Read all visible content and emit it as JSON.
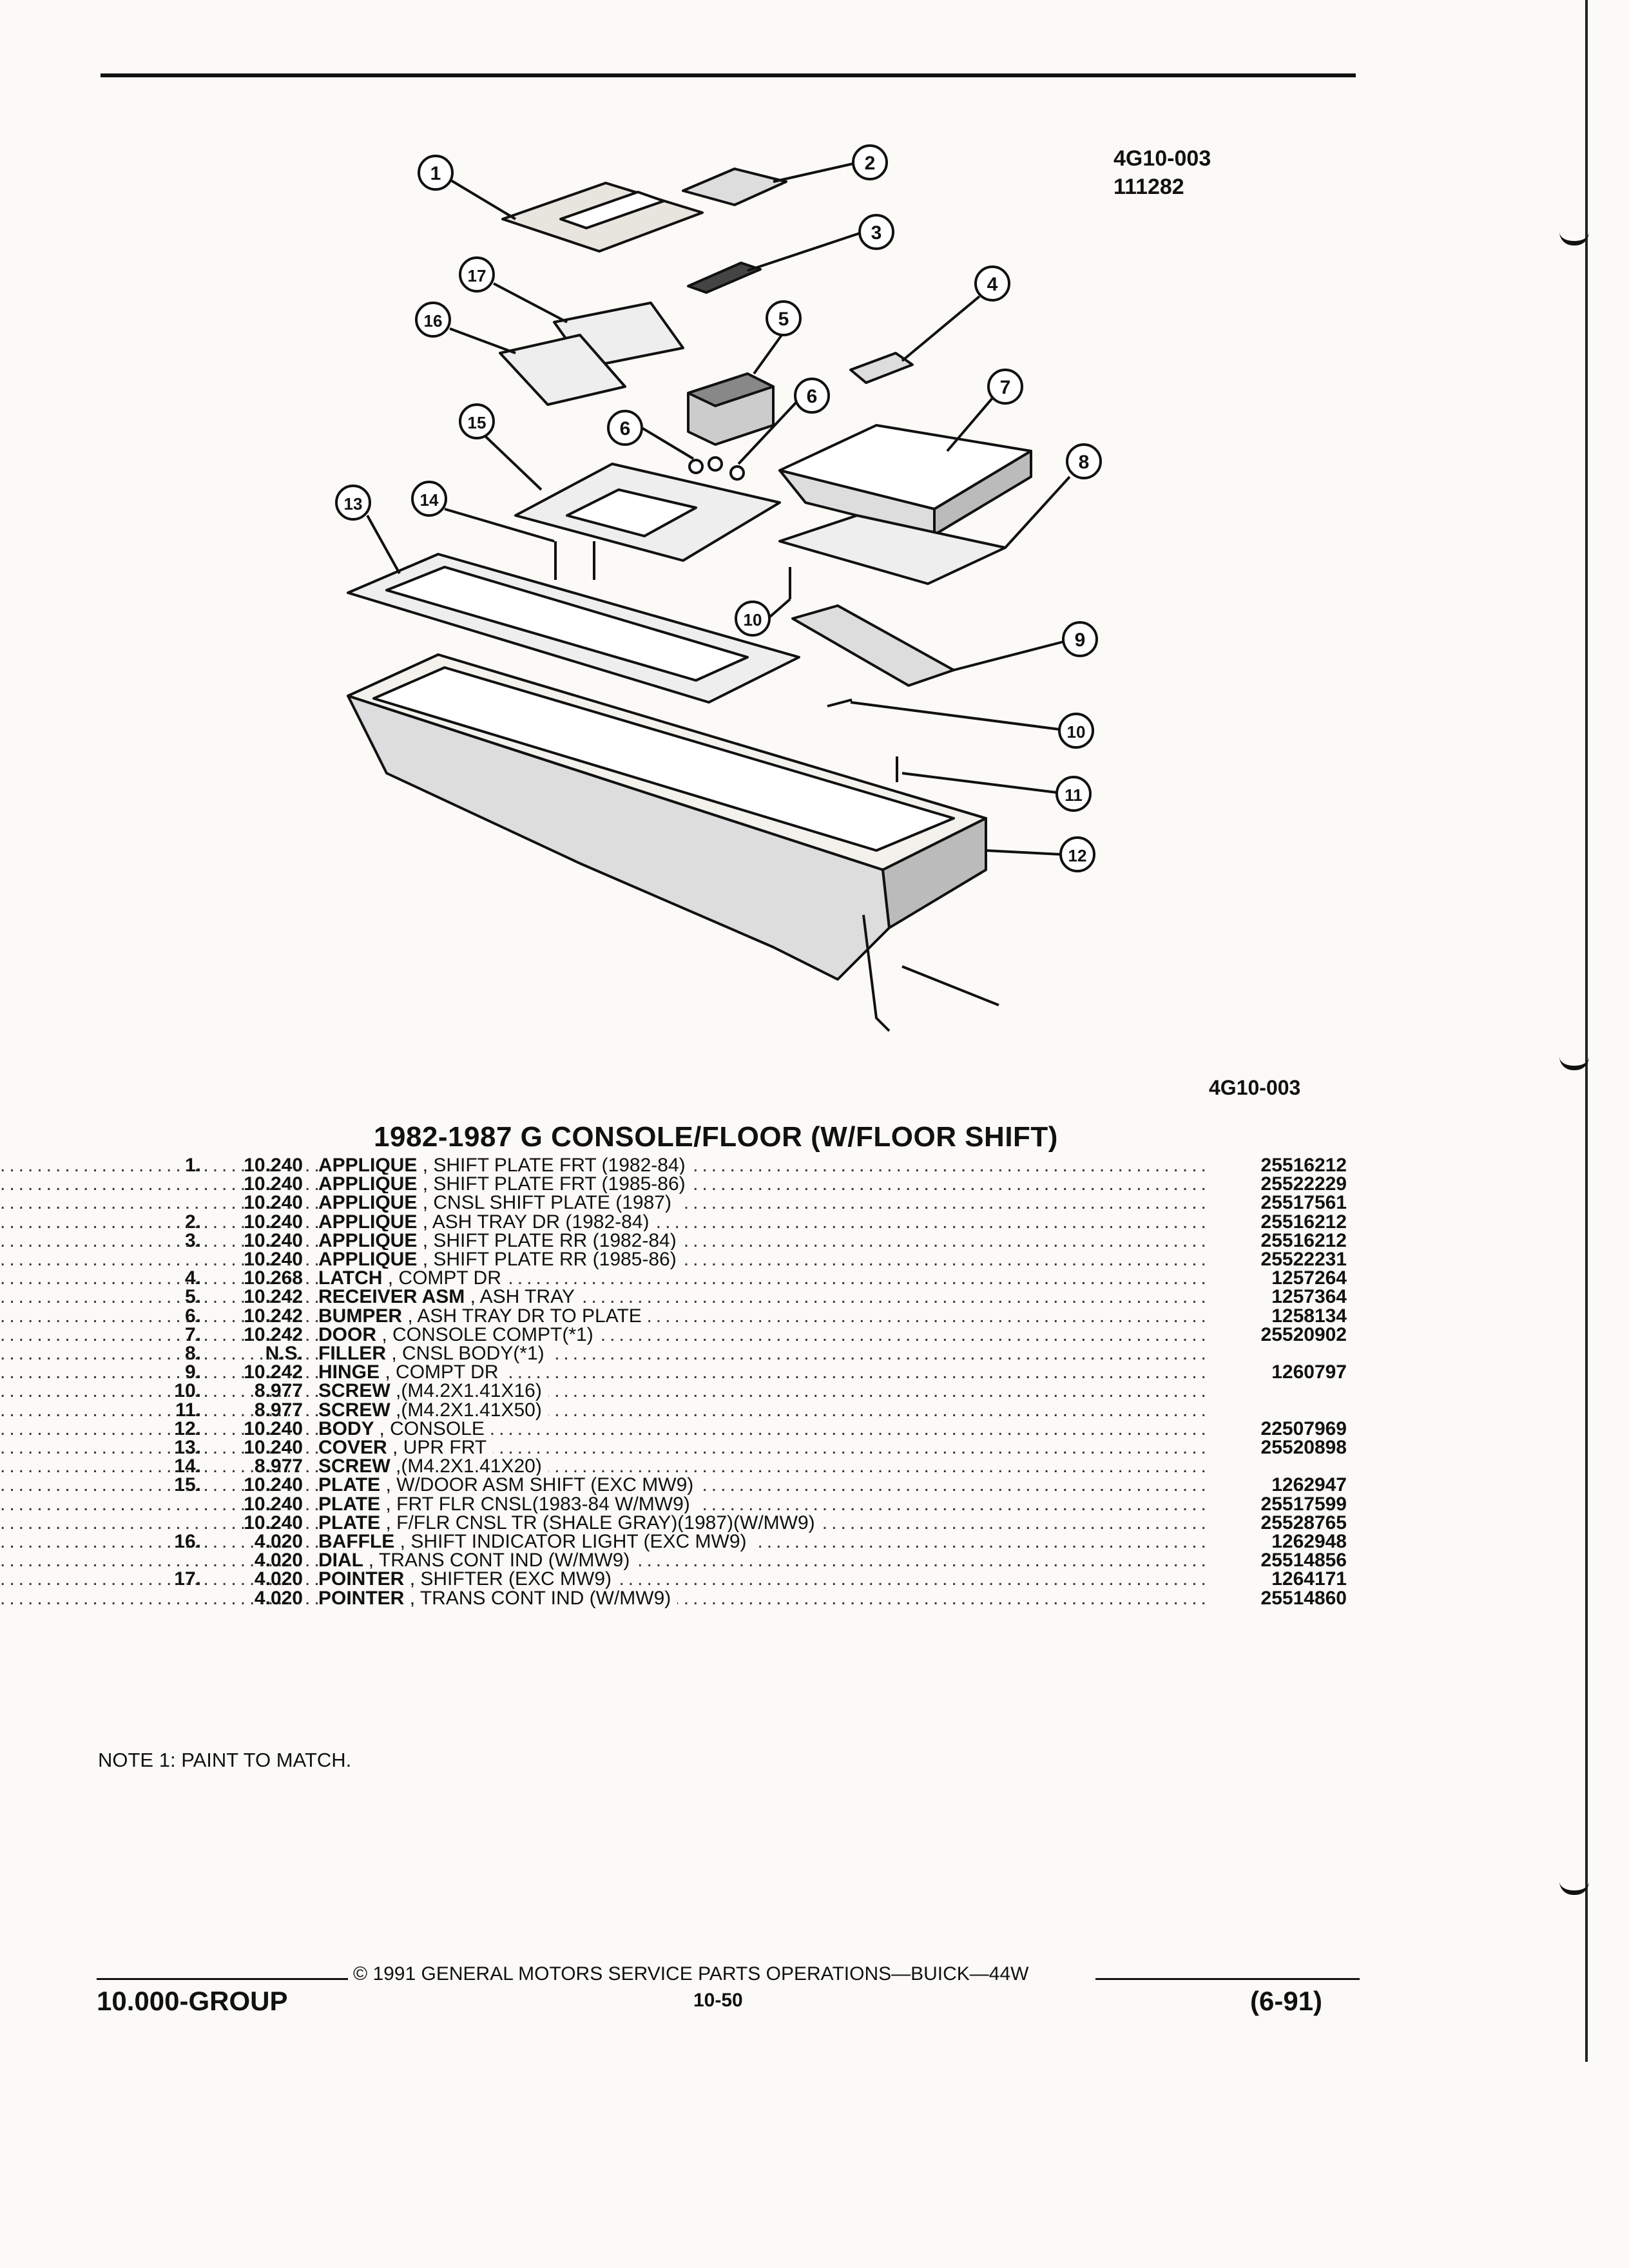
{
  "figure_ref": "4G10-003",
  "figure_date": "111282",
  "figure_ref_bottom": "4G10-003",
  "title": "1982-1987 G CONSOLE/FLOOR (W/FLOOR SHIFT)",
  "callouts": [
    "1",
    "2",
    "3",
    "4",
    "5",
    "6",
    "6",
    "7",
    "8",
    "9",
    "10",
    "10",
    "11",
    "12",
    "13",
    "14",
    "15",
    "16",
    "17"
  ],
  "parts": [
    {
      "num": "1.",
      "grp": "10.240",
      "name": "APPLIQUE",
      "desc": ", SHIFT PLATE FRT (1982-84)",
      "pn": "25516212"
    },
    {
      "num": "",
      "grp": "10.240",
      "name": "APPLIQUE",
      "desc": ", SHIFT PLATE FRT (1985-86)",
      "pn": "25522229"
    },
    {
      "num": "",
      "grp": "10.240",
      "name": "APPLIQUE",
      "desc": ", CNSL SHIFT PLATE (1987)",
      "pn": "25517561"
    },
    {
      "num": "2.",
      "grp": "10.240",
      "name": "APPLIQUE",
      "desc": ", ASH TRAY DR (1982-84)",
      "pn": "25516212"
    },
    {
      "num": "3.",
      "grp": "10.240",
      "name": "APPLIQUE",
      "desc": ", SHIFT PLATE RR (1982-84)",
      "pn": "25516212"
    },
    {
      "num": "",
      "grp": "10.240",
      "name": "APPLIQUE",
      "desc": ", SHIFT PLATE RR (1985-86)",
      "pn": "25522231"
    },
    {
      "num": "4.",
      "grp": "10.268",
      "name": "LATCH",
      "desc": ", COMPT DR",
      "pn": "1257264"
    },
    {
      "num": "5.",
      "grp": "10.242",
      "name": "RECEIVER ASM",
      "desc": ", ASH TRAY",
      "pn": "1257364"
    },
    {
      "num": "6.",
      "grp": "10.242",
      "name": "BUMPER",
      "desc": ", ASH TRAY DR TO PLATE",
      "pn": "1258134"
    },
    {
      "num": "7.",
      "grp": "10.242",
      "name": "DOOR",
      "desc": ", CONSOLE COMPT(*1)",
      "pn": "25520902"
    },
    {
      "num": "8.",
      "grp": "N.S.",
      "name": "FILLER",
      "desc": ", CNSL BODY(*1)",
      "pn": ""
    },
    {
      "num": "9.",
      "grp": "10.242",
      "name": "HINGE",
      "desc": ", COMPT DR",
      "pn": "1260797"
    },
    {
      "num": "10.",
      "grp": "8.977",
      "name": "SCREW",
      "desc": ",(M4.2X1.41X16)",
      "pn": ""
    },
    {
      "num": "11.",
      "grp": "8.977",
      "name": "SCREW",
      "desc": ",(M4.2X1.41X50)",
      "pn": ""
    },
    {
      "num": "12.",
      "grp": "10.240",
      "name": "BODY",
      "desc": ", CONSOLE",
      "pn": "22507969"
    },
    {
      "num": "13.",
      "grp": "10.240",
      "name": "COVER",
      "desc": ", UPR FRT",
      "pn": "25520898"
    },
    {
      "num": "14.",
      "grp": "8.977",
      "name": "SCREW",
      "desc": ",(M4.2X1.41X20)",
      "pn": ""
    },
    {
      "num": "15.",
      "grp": "10.240",
      "name": "PLATE",
      "desc": ", W/DOOR ASM SHIFT (EXC MW9)",
      "pn": "1262947"
    },
    {
      "num": "",
      "grp": "10.240",
      "name": "PLATE",
      "desc": ", FRT FLR CNSL(1983-84 W/MW9)",
      "pn": "25517599"
    },
    {
      "num": "",
      "grp": "10.240",
      "name": "PLATE",
      "desc": ", F/FLR CNSL TR (SHALE GRAY)(1987)(W/MW9)",
      "pn": "25528765"
    },
    {
      "num": "16.",
      "grp": "4.020",
      "name": "BAFFLE",
      "desc": ", SHIFT INDICATOR LIGHT (EXC MW9)",
      "pn": "1262948"
    },
    {
      "num": "",
      "grp": "4.020",
      "name": "DIAL",
      "desc": ", TRANS CONT IND (W/MW9)",
      "pn": "25514856"
    },
    {
      "num": "17.",
      "grp": "4.020",
      "name": "POINTER",
      "desc": ", SHIFTER (EXC MW9)",
      "pn": "1264171"
    },
    {
      "num": "",
      "grp": "4.020",
      "name": "POINTER",
      "desc": ", TRANS CONT IND (W/MW9)",
      "pn": "25514860"
    }
  ],
  "note": "NOTE 1: PAINT TO MATCH.",
  "footer": {
    "group": "10.000-GROUP",
    "copyright": "© 1991 GENERAL MOTORS SERVICE PARTS OPERATIONS—BUICK—44W",
    "page": "10-50",
    "date": "(6-91)"
  }
}
